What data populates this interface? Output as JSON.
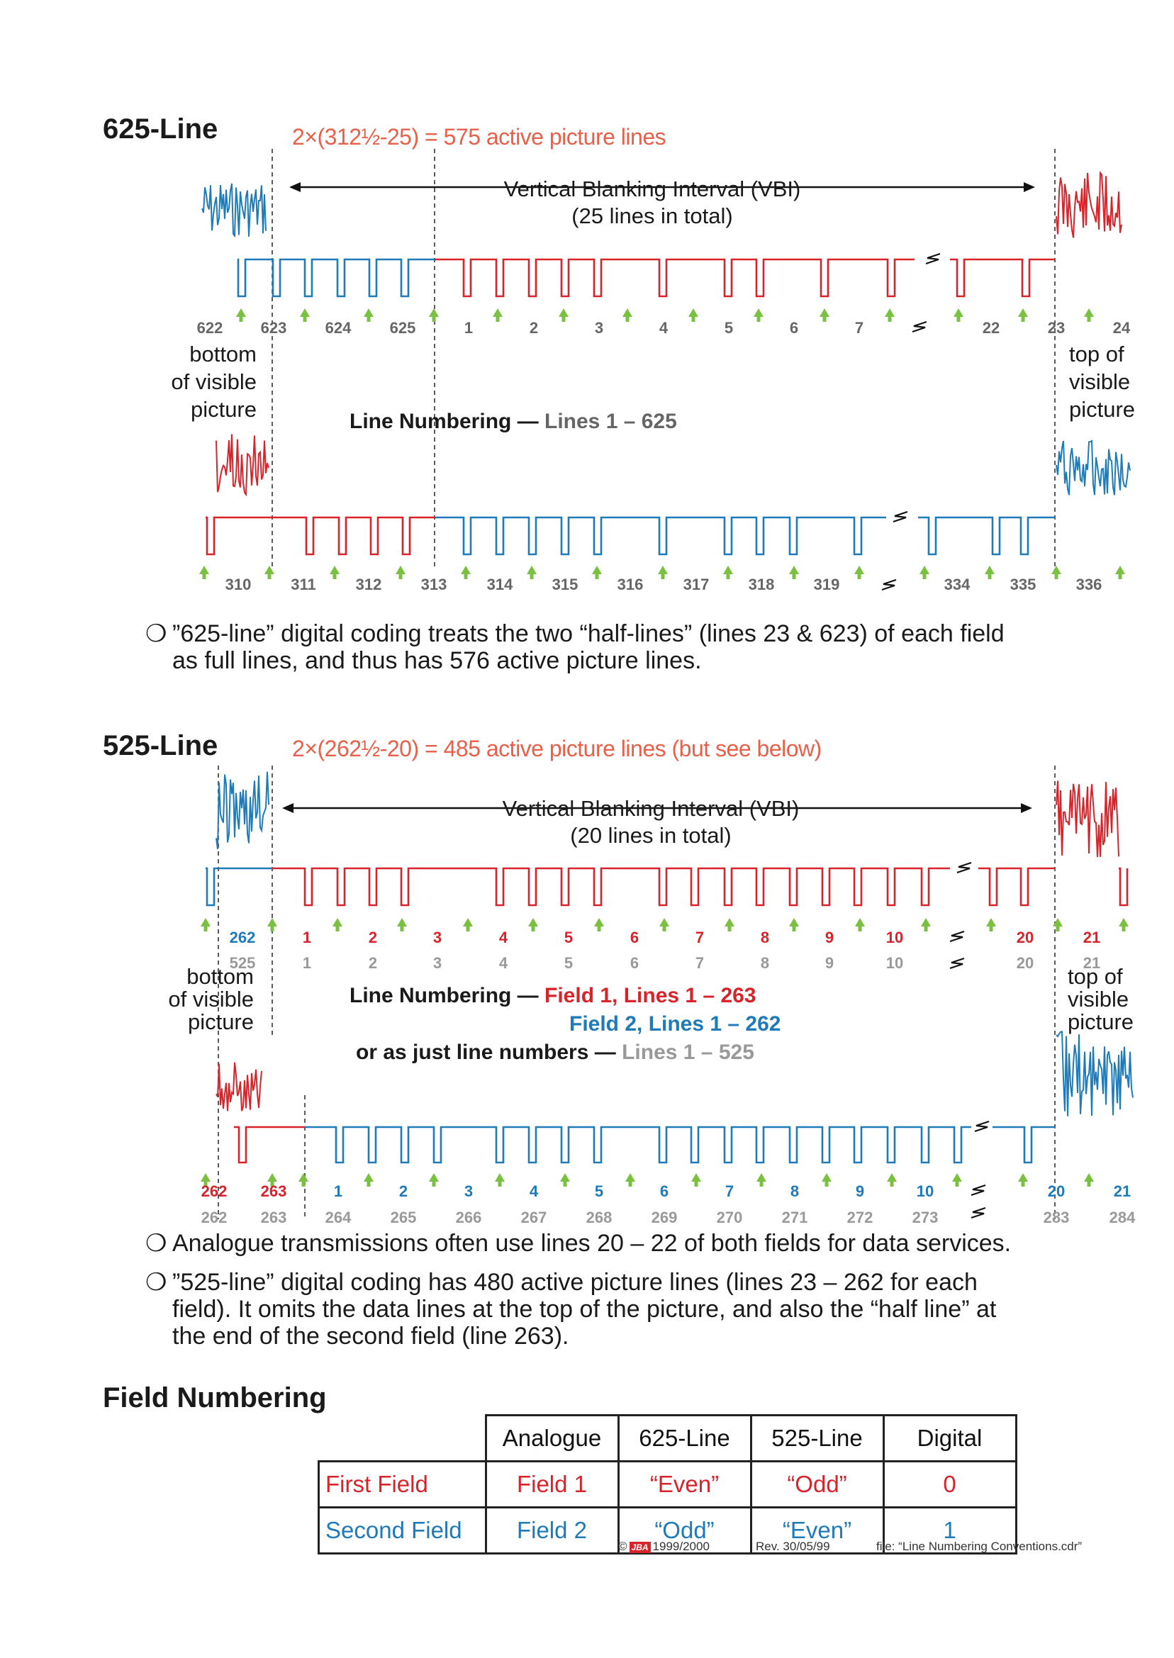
{
  "colors": {
    "red": "#d8232a",
    "blue": "#1f7ab8",
    "green": "#7ac142",
    "formula": "#e8604a",
    "gray": "#666666",
    "light_gray": "#999999"
  },
  "s625": {
    "title": "625-Line",
    "formula": "2×(312½-25) = 575 active picture lines",
    "vbi_line1": "Vertical Blanking Interval (VBI)",
    "vbi_line2": "(25 lines in total)",
    "bottom_label": [
      "bottom",
      "of visible",
      "picture"
    ],
    "top_label": [
      "top of",
      "visible",
      "picture"
    ],
    "numbering_prefix": "Line Numbering — ",
    "numbering_range": "Lines 1 – 625",
    "field1_lines": [
      "622",
      "623",
      "624",
      "625",
      "1",
      "2",
      "3",
      "4",
      "5",
      "6",
      "7",
      "22",
      "23",
      "24"
    ],
    "field2_lines": [
      "310",
      "311",
      "312",
      "313",
      "314",
      "315",
      "316",
      "317",
      "318",
      "319",
      "334",
      "335",
      "336"
    ],
    "note": [
      "”625-line” digital coding treats the two “half-lines” (lines 23 & 623) of each field",
      "as full lines, and thus has 576 active picture lines."
    ]
  },
  "s525": {
    "title": "525-Line",
    "formula": "2×(262½-20) = 485 active picture lines (but see below)",
    "vbi_line1": "Vertical Blanking Interval (VBI)",
    "vbi_line2": "(20 lines in total)",
    "bottom_label": [
      "bottom",
      "of visible",
      "picture"
    ],
    "top_label": [
      "top of",
      "visible",
      "picture"
    ],
    "numbering_prefix": "Line Numbering — ",
    "numbering_field1": "Field 1, Lines 1 – 263",
    "numbering_field2": "Field 2, Lines 1 – 262",
    "numbering_alt_prefix": "or as just line numbers — ",
    "numbering_alt_range": "Lines 1 – 525",
    "field1_lines": [
      "262",
      "1",
      "2",
      "3",
      "4",
      "5",
      "6",
      "7",
      "8",
      "9",
      "10",
      "20",
      "21"
    ],
    "field1_abs": [
      "525",
      "1",
      "2",
      "3",
      "4",
      "5",
      "6",
      "7",
      "8",
      "9",
      "10",
      "20",
      "21"
    ],
    "field2_lines": [
      "262",
      "263",
      "1",
      "2",
      "3",
      "4",
      "5",
      "6",
      "7",
      "8",
      "9",
      "10",
      "20",
      "21"
    ],
    "field2_abs": [
      "262",
      "263",
      "264",
      "265",
      "266",
      "267",
      "268",
      "269",
      "270",
      "271",
      "272",
      "273",
      "283",
      "284"
    ],
    "notes": [
      [
        "Analogue transmissions often use lines 20 – 22 of both fields for data services."
      ],
      [
        "”525-line” digital coding has 480 active picture lines (lines 23 – 262 for each",
        "field). It omits the data lines at the top of the picture, and also the “half line” at",
        "the end of the second field (line 263)."
      ]
    ]
  },
  "fields": {
    "title": "Field Numbering",
    "headers": [
      "Analogue",
      "625-Line",
      "525-Line",
      "Digital"
    ],
    "rows": [
      {
        "name": "First Field",
        "cells": [
          "Field 1",
          "“Even”",
          "“Odd”",
          "0"
        ]
      },
      {
        "name": "Second Field",
        "cells": [
          "Field 2",
          "“Odd”",
          "“Even”",
          "1"
        ]
      }
    ]
  },
  "footer": {
    "copyright_prefix": "©",
    "logo_text": "JBA",
    "year": "1999/2000",
    "rev": "Rev. 30/05/99",
    "file": "file: “Line Numbering Conventions.cdr”"
  }
}
